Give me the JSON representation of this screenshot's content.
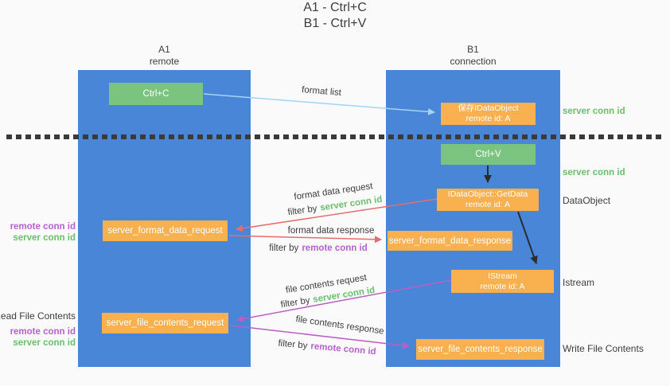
{
  "title": {
    "line1": "A1 - Ctrl+C",
    "line2": "B1 - Ctrl+V"
  },
  "lanes": {
    "a1": {
      "name": "A1",
      "role": "remote"
    },
    "b1": {
      "name": "B1",
      "role": "connection"
    }
  },
  "nodes": {
    "ctrl_c": {
      "label": "Ctrl+C"
    },
    "save_dataobject": {
      "line1": "保存IDataObject",
      "line2": "remote id: A"
    },
    "ctrl_v": {
      "label": "Ctrl+V"
    },
    "getdata": {
      "line1": "IDataObject::GetData",
      "line2": "remote id: A"
    },
    "format_request": {
      "label": "server_format_data_request"
    },
    "format_response": {
      "label": "server_format_data_response"
    },
    "istream": {
      "line1": "IStream",
      "line2": "remote id: A"
    },
    "file_request": {
      "label": "server_file_contents_request"
    },
    "file_response": {
      "label": "server_file_contents_response"
    }
  },
  "edge_labels": {
    "format_list": "format list",
    "format_data_request": "format data request",
    "format_data_response": "format data response",
    "file_contents_request": "file contents request",
    "file_contents_response": "file contents response",
    "filter_by": "filter by",
    "server_conn_id": "server conn id",
    "remote_conn_id": "remote conn id"
  },
  "side_labels": {
    "left": {
      "remote_conn_id": "remote conn id",
      "server_conn_id": "server conn id",
      "read_file_contents": "Read File Contents"
    },
    "right": {
      "server_conn_id_top": "server conn id",
      "server_conn_id_mid": "server conn id",
      "dataobject": "DataObject",
      "istream": "Istream",
      "write_file_contents": "Write File Contents"
    }
  },
  "colors": {
    "background": "#fafafa",
    "lane_blue": "#4a86d8",
    "green_box": "#7ac47f",
    "orange_box": "#f9b04e",
    "green_text": "#6abf6e",
    "purple_text": "#b760ce",
    "red_arrow": "#e46e6e",
    "magenta_arrow": "#bb5fc5",
    "lightblue_arrow": "#a5d3f0",
    "black_arrow": "#2d2d2d",
    "dash_line": "#3a3a3a"
  }
}
